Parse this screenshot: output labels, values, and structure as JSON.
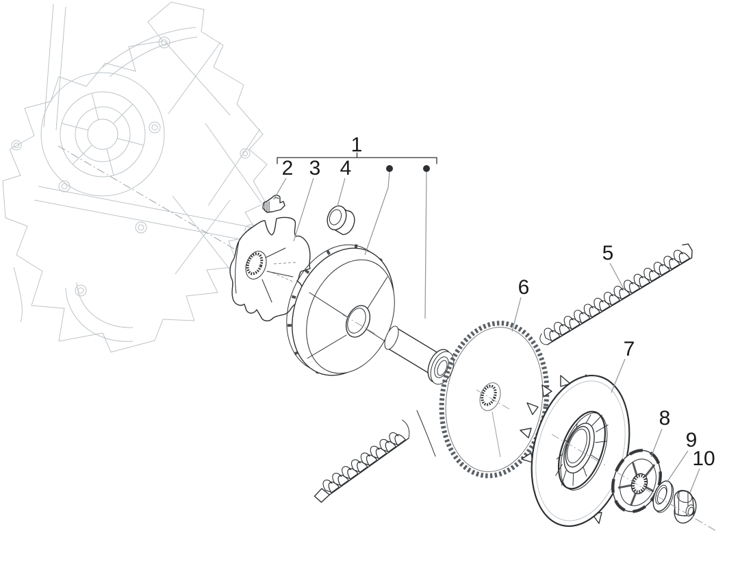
{
  "colors": {
    "ink": "#2d3033",
    "faint": "#bcc3c8",
    "leader": "#8d9499",
    "center": "#9aa1a6",
    "label": "#17191b",
    "bg": "#ffffff"
  },
  "callouts": [
    {
      "label": "1",
      "part": "variator-pulley-assembly",
      "marker": "bracket-with-two-dots"
    },
    {
      "label": "2",
      "part": "guide-slider"
    },
    {
      "label": "3",
      "part": "ramp-plate"
    },
    {
      "label": "4",
      "part": "bushing"
    },
    {
      "label": "5",
      "part": "drive-belt"
    },
    {
      "label": "6",
      "part": "toothed-wheel"
    },
    {
      "label": "7",
      "part": "fan-pulley-half"
    },
    {
      "label": "8",
      "part": "cam-spider"
    },
    {
      "label": "9",
      "part": "washer"
    },
    {
      "label": "10",
      "part": "flange-nut"
    }
  ]
}
